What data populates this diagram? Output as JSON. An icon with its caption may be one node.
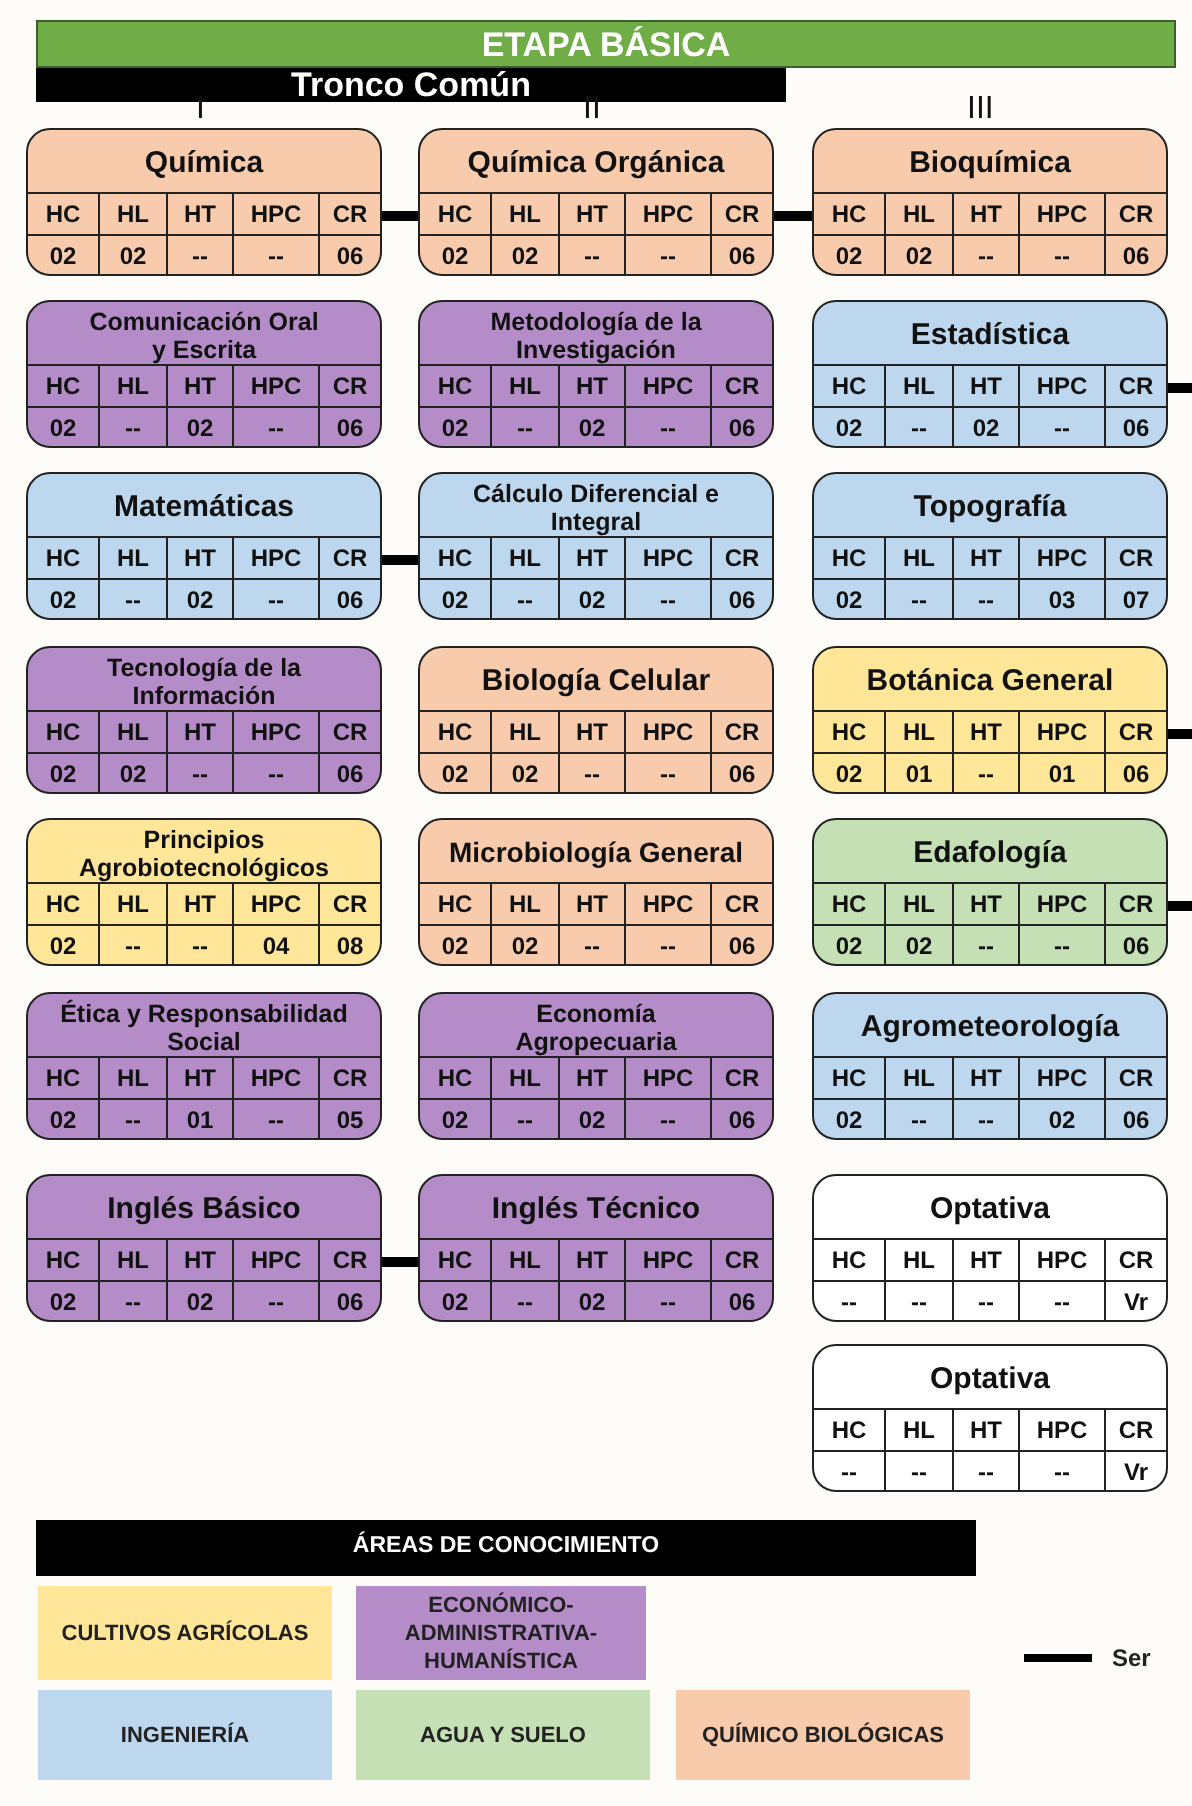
{
  "diagram": {
    "title": "ETAPA BÁSICA",
    "nodes": [
      {
        "text": [
          "Química",
          "HC",
          "HL",
          "HT",
          "HPC",
          "CR",
          "02",
          "02",
          "--",
          "--",
          "06"
        ]
      },
      {
        "text": [
          "Química Orgánica",
          "HC",
          "HL",
          "HT",
          "HPC",
          "CR",
          "02",
          "02",
          "--",
          "--",
          "06"
        ]
      },
      {
        "text": [
          "Bioquímica",
          "HC",
          "HL",
          "HT",
          "HPC",
          "CR",
          "02",
          "02",
          "--",
          "--",
          "06"
        ]
      },
      {
        "text": [
          "Comunicación Oral y Escrita",
          "HC",
          "HL",
          "HT",
          "HPC",
          "CR",
          "02",
          "--",
          "02",
          "--",
          "06"
        ]
      },
      {
        "text": [
          "Metodología de la Investigación",
          "HC",
          "HL",
          "HT",
          "HPC",
          "CR",
          "02",
          "--",
          "02",
          "--",
          "06"
        ]
      },
      {
        "text": [
          "Estadística",
          "HC",
          "HL",
          "HT",
          "HPC",
          "CR",
          "02",
          "--",
          "02",
          "--",
          "06"
        ]
      },
      {
        "text": [
          "Matemáticas",
          "HC",
          "HL",
          "HT",
          "HPC",
          "CR",
          "02",
          "--",
          "02",
          "--",
          "06"
        ]
      },
      {
        "text": [
          "Cálculo Diferencial e Integral",
          "HC",
          "HL",
          "HT",
          "HPC",
          "CR",
          "02",
          "--",
          "02",
          "--",
          "06"
        ]
      },
      {
        "text": [
          "Topografía",
          "HC",
          "HL",
          "HT",
          "HPC",
          "CR",
          "02",
          "--",
          "--",
          "03",
          "07"
        ]
      },
      {
        "text": [
          "Tecnología de la Información",
          "HC",
          "HL",
          "HT",
          "HPC",
          "CR",
          "02",
          "02",
          "--",
          "--",
          "06"
        ]
      },
      {
        "text": [
          "Biología Celular",
          "HC",
          "HL",
          "HT",
          "HPC",
          "CR",
          "02",
          "02",
          "--",
          "--",
          "06"
        ]
      },
      {
        "text": [
          "Botánica General",
          "HC",
          "HL",
          "HT",
          "HPC",
          "CR",
          "02",
          "01",
          "--",
          "01",
          "06"
        ]
      },
      {
        "text": [
          "Principios Agrobiotecnológicos",
          "HC",
          "HL",
          "HT",
          "HPC",
          "CR",
          "02",
          "--",
          "--",
          "04",
          "08"
        ]
      },
      {
        "text": [
          "Microbiología General",
          "HC",
          "HL",
          "HT",
          "HPC",
          "CR",
          "02",
          "02",
          "--",
          "--",
          "06"
        ]
      },
      {
        "text": [
          "Edafología",
          "HC",
          "HL",
          "HT",
          "HPC",
          "CR",
          "02",
          "02",
          "--",
          "--",
          "06"
        ]
      },
      {
        "text": [
          "Ética y Responsabilidad Social",
          "HC",
          "HL",
          "HT",
          "HPC",
          "CR",
          "02",
          "--",
          "01",
          "--",
          "05"
        ]
      },
      {
        "text": [
          "Economía Agropecuaria",
          "HC",
          "HL",
          "HT",
          "HPC",
          "CR",
          "02",
          "--",
          "02",
          "--",
          "06"
        ]
      },
      {
        "text": [
          "Agrometeorología",
          "HC",
          "HL",
          "HT",
          "HPC",
          "CR",
          "02",
          "--",
          "--",
          "02",
          "06"
        ]
      },
      {
        "text": [
          "Inglés Básico",
          "HC",
          "HL",
          "HT",
          "HPC",
          "CR",
          "02",
          "--",
          "02",
          "--",
          "06"
        ]
      },
      {
        "text": [
          "Inglés Técnico",
          "HC",
          "HL",
          "HT",
          "HPC",
          "CR",
          "02",
          "--",
          "02",
          "--",
          "06"
        ]
      },
      {
        "text": [
          "Optativa",
          "HC",
          "HL",
          "HT",
          "HPC",
          "CR",
          "--",
          "--",
          "--",
          "--",
          "Vr"
        ]
      },
      {
        "text": [
          "Optativa",
          "HC",
          "HL",
          "HT",
          "HPC",
          "CR",
          "--",
          "--",
          "--",
          "--",
          "Vr"
        ]
      }
    ],
    "edges": [
      {
        "from": 0,
        "to": 1,
        "arrow": "none"
      },
      {
        "from": 1,
        "to": 2,
        "arrow": "none"
      },
      {
        "from": 5,
        "to": null,
        "arrow": "none"
      },
      {
        "from": 6,
        "to": 7,
        "arrow": "none"
      },
      {
        "from": 11,
        "to": null,
        "arrow": "none"
      },
      {
        "from": 14,
        "to": null,
        "arrow": "none"
      },
      {
        "from": 18,
        "to": 19,
        "arrow": "none"
      }
    ],
    "labels": [
      "Tronco Común",
      "I",
      "II",
      "III",
      "ÁREAS DE CONOCIMIENTO"
    ],
    "legend": [
      {
        "text": "CULTIVOS AGRÍCOLAS",
        "color": "#ffe699"
      },
      {
        "text": "ECONÓMICO-ADMINISTRATIVA-HUMANÍSTICA",
        "color": "#b48cc8"
      },
      {
        "text": "Ser"
      },
      {
        "text": "INGENIERÍA",
        "color": "#bdd7ee"
      },
      {
        "text": "AGUA Y SUELO",
        "color": "#c5e0b4"
      },
      {
        "text": "QUÍMICO BIOLÓGICAS",
        "color": "#f8cbad"
      }
    ]
  }
}
